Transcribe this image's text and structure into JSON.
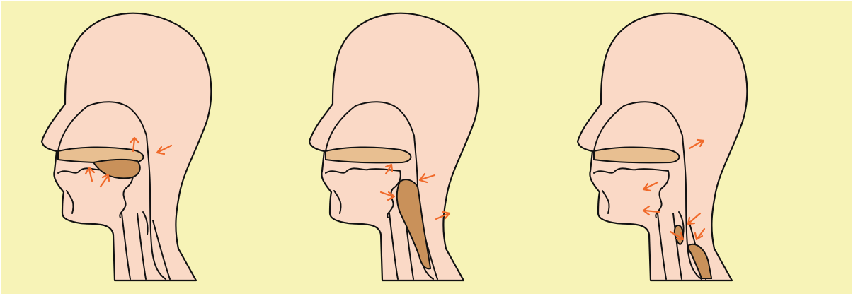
{
  "colors": {
    "background": "#f7f3b7",
    "skin": "#fad9c6",
    "palate": "#e8bf91",
    "tongue": "#c9915a",
    "arrow": "#f06a2a",
    "outline": "#111111"
  },
  "panels": [
    {
      "name": "head-profile-1",
      "arrow_count": 4
    },
    {
      "name": "head-profile-2",
      "arrow_count": 4
    },
    {
      "name": "head-profile-3",
      "arrow_count": 6
    }
  ]
}
